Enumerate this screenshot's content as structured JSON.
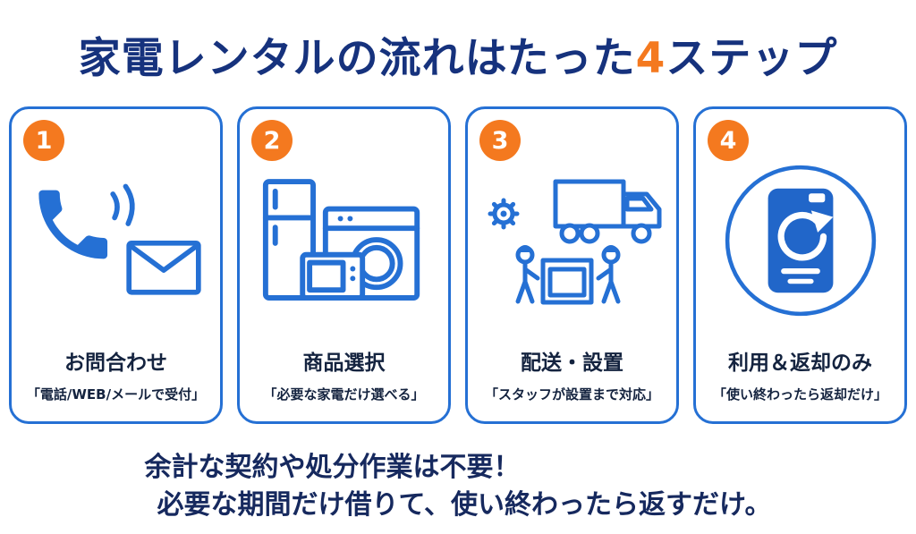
{
  "title": {
    "prefix": "家電レンタルの流れはたった",
    "highlight": "4",
    "suffix": "ステップ"
  },
  "steps": [
    {
      "number": "1",
      "icon": "phone-mail-icon",
      "label": "お問合わせ",
      "caption": "「電話/WEB/メールで受付」"
    },
    {
      "number": "2",
      "icon": "appliances-icon",
      "label": "商品選択",
      "caption": "「必要な家電だけ選べる」"
    },
    {
      "number": "3",
      "icon": "delivery-setup-icon",
      "label": "配送・設置",
      "caption": "「スタッフが設置まで対応」"
    },
    {
      "number": "4",
      "icon": "return-phone-icon",
      "label": "利用＆返却のみ",
      "caption": "「使い終わったら返却だけ」"
    }
  ],
  "footer": {
    "line1": "余計な契約や処分作業は不要！",
    "line2": "必要な期間だけ借りて、使い終わったら返すだけ。"
  },
  "colors": {
    "primary_blue": "#2570D4",
    "accent_orange": "#F4791F",
    "title_navy": "#16327D",
    "text_navy": "#16295E"
  }
}
